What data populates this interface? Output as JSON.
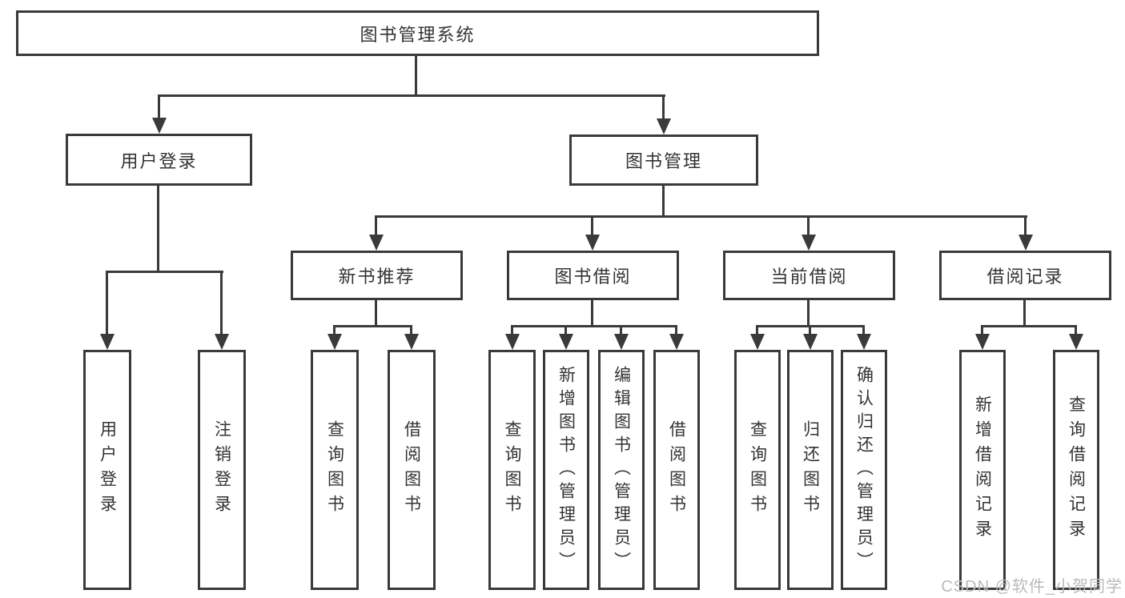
{
  "diagram": {
    "type": "hierarchy-tree",
    "title": "图书管理系统",
    "watermark": "CSDN @软件_小贺同学",
    "colors": {
      "line": "#3a3a3a",
      "box_border": "#3a3a3a",
      "text": "#333333",
      "watermark": "#b9babc",
      "background": "#ffffff"
    },
    "nodes": {
      "root": "图书管理系统",
      "user_login": "用户登录",
      "book_mgmt": "图书管理",
      "new_book_rec": "新书推荐",
      "book_borrow": "图书借阅",
      "current_borrow": "当前借阅",
      "borrow_records": "借阅记录",
      "leaf_user_login": "用户登录",
      "leaf_logout": "注销登录",
      "leaf_query_book_rec": "查询图书",
      "leaf_borrow_book_rec": "借阅图书",
      "leaf_query_book_borrow": "查询图书",
      "leaf_add_book": "新增图书（管理员）",
      "leaf_edit_book": "编辑图书（管理员）",
      "leaf_borrow_book_borrow": "借阅图书",
      "leaf_query_book_current": "查询图书",
      "leaf_return_book": "归还图书",
      "leaf_confirm_return": "确认归还（管理员）",
      "leaf_add_borrow_record": "新增借阅记录",
      "leaf_query_borrow_record": "查询借阅记录"
    },
    "hierarchy": [
      {
        "parent": "图书管理系统",
        "children": [
          "用户登录",
          "图书管理"
        ]
      },
      {
        "parent": "用户登录",
        "children": [
          "用户登录",
          "注销登录"
        ]
      },
      {
        "parent": "图书管理",
        "children": [
          "新书推荐",
          "图书借阅",
          "当前借阅",
          "借阅记录"
        ]
      },
      {
        "parent": "新书推荐",
        "children": [
          "查询图书",
          "借阅图书"
        ]
      },
      {
        "parent": "图书借阅",
        "children": [
          "查询图书",
          "新增图书（管理员）",
          "编辑图书（管理员）",
          "借阅图书"
        ]
      },
      {
        "parent": "当前借阅",
        "children": [
          "查询图书",
          "归还图书",
          "确认归还（管理员）"
        ]
      },
      {
        "parent": "借阅记录",
        "children": [
          "新增借阅记录",
          "查询借阅记录"
        ]
      }
    ]
  }
}
